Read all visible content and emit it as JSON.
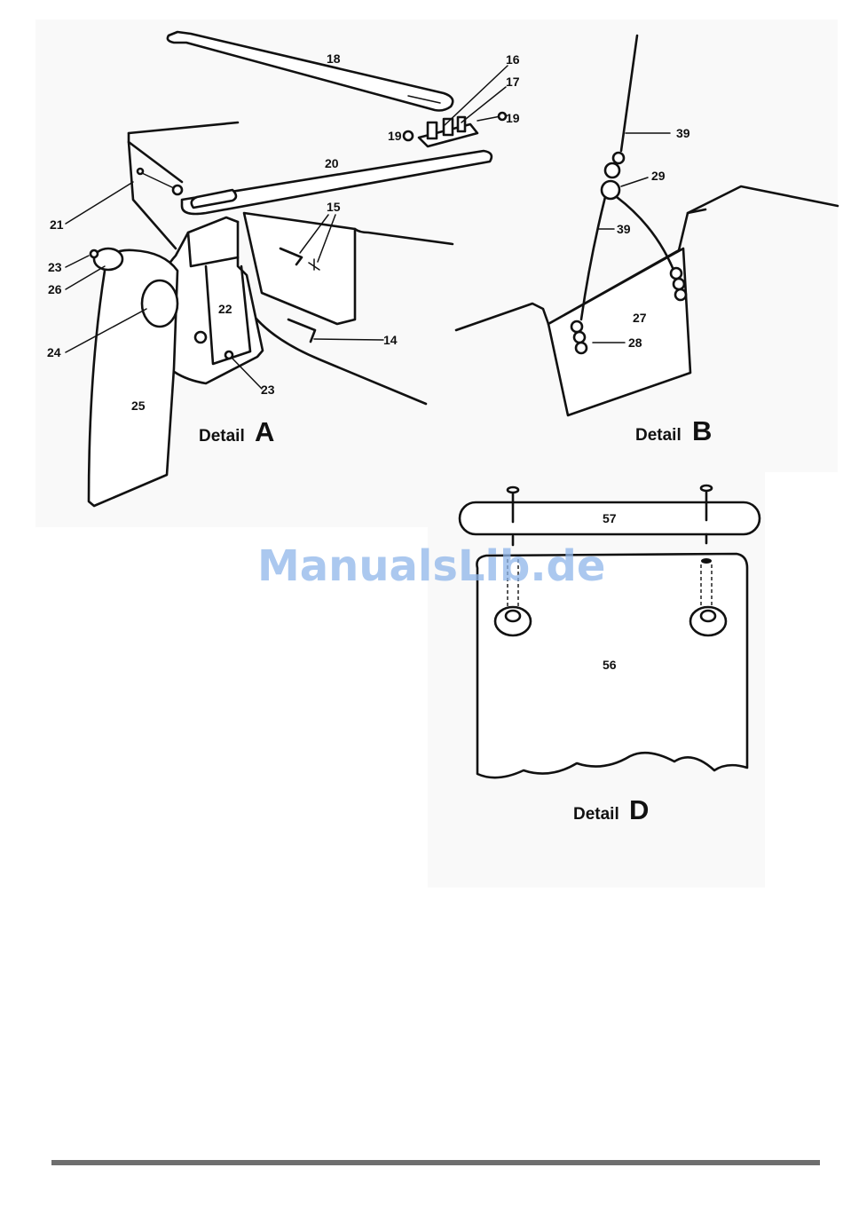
{
  "detail_a": {
    "caption_word": "Detail",
    "caption_letter": "A",
    "callouts": {
      "p18": "18",
      "p16": "16",
      "p17": "17",
      "p19a": "19",
      "p19b": "19",
      "p20": "20",
      "p21": "21",
      "p15": "15",
      "p23a": "23",
      "p26": "26",
      "p22": "22",
      "p24": "24",
      "p14": "14",
      "p23b": "23",
      "p25": "25"
    }
  },
  "detail_b": {
    "caption_word": "Detail",
    "caption_letter": "B",
    "callouts": {
      "p39a": "39",
      "p29": "29",
      "p39b": "39",
      "p27": "27",
      "p28": "28"
    }
  },
  "detail_d": {
    "caption_word": "Detail",
    "caption_letter": "D",
    "callouts": {
      "p57": "57",
      "p56": "56"
    }
  },
  "watermark": "ManualsLib.de",
  "colors": {
    "ink": "#111111",
    "watermark": "#8fb6ea",
    "footer_rule": "#6e6e6e"
  }
}
